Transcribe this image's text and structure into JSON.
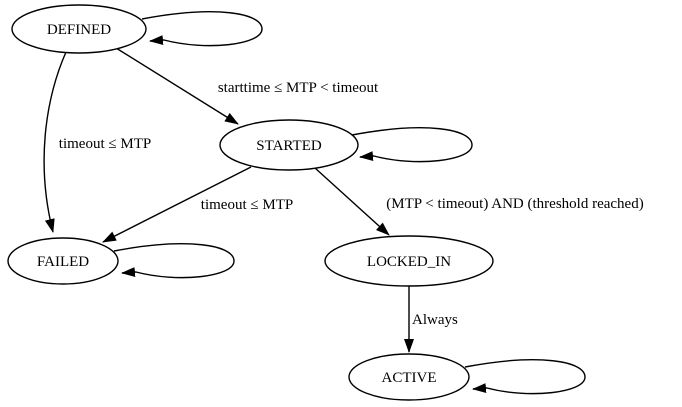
{
  "diagram": {
    "type": "state-machine",
    "background_color": "#ffffff",
    "node_fill_color": "#ffffff",
    "stroke_color": "#000000",
    "text_color": "#000000",
    "nodes": [
      {
        "id": "DEFINED",
        "label": "DEFINED",
        "self_loop": true
      },
      {
        "id": "STARTED",
        "label": "STARTED",
        "self_loop": true
      },
      {
        "id": "FAILED",
        "label": "FAILED",
        "self_loop": true
      },
      {
        "id": "LOCKED_IN",
        "label": "LOCKED_IN",
        "self_loop": false
      },
      {
        "id": "ACTIVE",
        "label": "ACTIVE",
        "self_loop": true
      }
    ],
    "edges": [
      {
        "from": "DEFINED",
        "to": "DEFINED",
        "label": ""
      },
      {
        "from": "DEFINED",
        "to": "STARTED",
        "label": "starttime ≤ MTP < timeout"
      },
      {
        "from": "DEFINED",
        "to": "FAILED",
        "label": "timeout ≤ MTP"
      },
      {
        "from": "STARTED",
        "to": "STARTED",
        "label": ""
      },
      {
        "from": "STARTED",
        "to": "FAILED",
        "label": "timeout ≤ MTP"
      },
      {
        "from": "STARTED",
        "to": "LOCKED_IN",
        "label": "(MTP < timeout) AND (threshold reached)"
      },
      {
        "from": "FAILED",
        "to": "FAILED",
        "label": ""
      },
      {
        "from": "LOCKED_IN",
        "to": "ACTIVE",
        "label": "Always"
      },
      {
        "from": "ACTIVE",
        "to": "ACTIVE",
        "label": ""
      }
    ]
  }
}
